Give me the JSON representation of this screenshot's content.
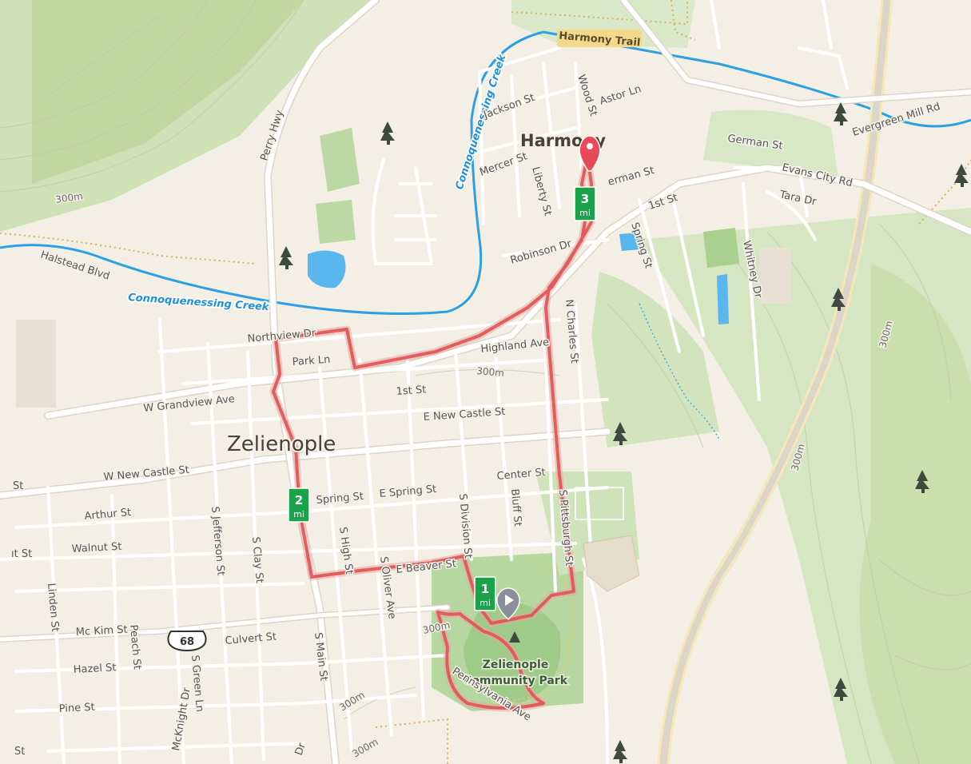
{
  "map": {
    "places": {
      "zelienople": "Zelienople",
      "harmony": "Harmony"
    },
    "park": {
      "line1": "Zelienople",
      "line2": "Community Park"
    },
    "water": {
      "creek_north": "Connoquenessing Creek",
      "creek_south": "Connoquenessing Creek"
    },
    "trail": "Harmony Trail",
    "route_shield": "68",
    "streets": {
      "perry_hwy": "Perry Hwy",
      "jackson": "Jackson St",
      "wood": "Wood St",
      "astor": "Astor Ln",
      "mercer": "Mercer St",
      "liberty": "Liberty St",
      "german_e": "German St",
      "german_w": "erman St",
      "robinson": "Robinson Dr",
      "evans_city": "Evans City Rd",
      "evergreen": "Evergreen Mill Rd",
      "tara": "Tara Dr",
      "first_north": "1st St",
      "spring_north": "Spring St",
      "whitney": "Whitney Dr",
      "halstead": "Halstead Blvd",
      "northview": "Northview Dr",
      "park_ln": "Park Ln",
      "highland": "Highland Ave",
      "n_charles": "N Charles St",
      "w_grandview": "W Grandview Ave",
      "first": "1st St",
      "e_new_castle": "E New Castle St",
      "w_new_castle": "W New Castle St",
      "st_left": "St",
      "spring": "Spring St",
      "e_spring": "E Spring St",
      "center": "Center St",
      "s_division": "S Division St",
      "bluff": "Bluff St",
      "s_pittsburgh": "S Pittsburgh St",
      "arthur": "Arthur St",
      "s_jefferson": "S Jefferson St",
      "s_clay": "S Clay St",
      "s_high": "S High St",
      "s_oliver": "S Oliver Ave",
      "e_beaver": "E Beaver St",
      "walnut_partial": "ıt St",
      "walnut": "Walnut St",
      "linden": "Linden St",
      "mckim": "Mc Kim St",
      "peach": "Peach St",
      "culvert": "Culvert St",
      "hazel": "Hazel St",
      "mcknight": "McKnight Dr",
      "s_green": "S Green Ln",
      "s_main": "S Main St",
      "pine": "Pine St",
      "pennsylvania": "Pennsylvania Ave",
      "st_bottom": "St",
      "dr_bottom": "Dr"
    },
    "contours": {
      "c1": "300m",
      "c2": "300m",
      "c3": "300m",
      "c4": "300m",
      "c5": "300m",
      "c6": "300m",
      "c7": "300m"
    },
    "mile_markers": [
      {
        "num": "1",
        "unit": "mi"
      },
      {
        "num": "2",
        "unit": "mi"
      },
      {
        "num": "3",
        "unit": "mi"
      }
    ],
    "colors": {
      "route": "#e05252",
      "mile_marker": "#1aa34a",
      "water": "#2d9fe3",
      "park": "#b7d7a0",
      "land": "#f4efe4",
      "end_pin": "#e94a5a",
      "start_pin": "#8a8f99"
    },
    "icons": {
      "end_marker": "map-pin-icon",
      "start_marker": "play-icon",
      "trees": "tree-icon"
    }
  }
}
